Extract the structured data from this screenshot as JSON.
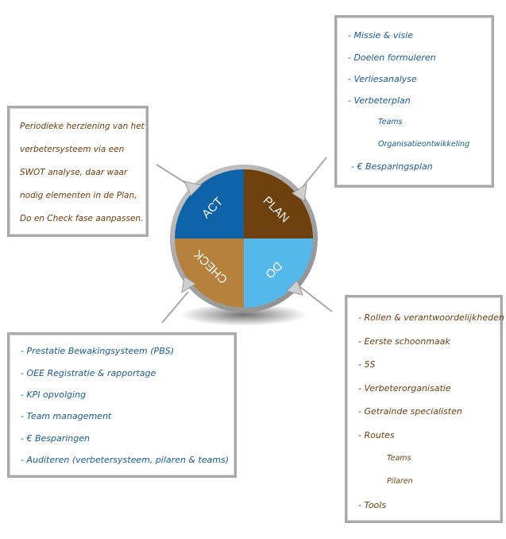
{
  "colors": {
    "act": "#0e63a8",
    "plan": "#6d400d",
    "do": "#55b8ea",
    "check": "#b6813c",
    "blue_text": "#1a5a8e",
    "brown_text": "#6b3e0f",
    "border": "#a9a9a9"
  },
  "cycle": {
    "act": "ACT",
    "plan": "PLAN",
    "do": "DO",
    "check": "CHECK"
  },
  "act_box": {
    "lines": [
      "Periodieke herziening van het",
      "verbetersysteem via een",
      "SWOT analyse, daar waar",
      "nodig elementen in de Plan,",
      "Do en Check fase aanpassen."
    ]
  },
  "plan_box": {
    "items": [
      "- Missie & visie",
      "- Doelen formuleren",
      "- Verliesanalyse",
      "- Verbeterplan",
      "Teams",
      "Organisatieontwikkeling",
      "- € Besparingsplan"
    ]
  },
  "check_box": {
    "items": [
      "- Prestatie Bewakingsysteem (PBS)",
      "- OEE Registratie & rapportage",
      "- KPI opvolging",
      "- Team management",
      "- € Besparingen",
      "- Auditeren (verbetersysteem, pilaren & teams)"
    ]
  },
  "do_box": {
    "items": [
      "- Rollen & verantwoordelijkheden",
      "- Eerste schoonmaak",
      "- 5S",
      "- Verbeterorganisatie",
      "- Getrainde specialisten",
      "- Routes",
      "Teams",
      "Pilaren",
      "- Tools"
    ]
  }
}
